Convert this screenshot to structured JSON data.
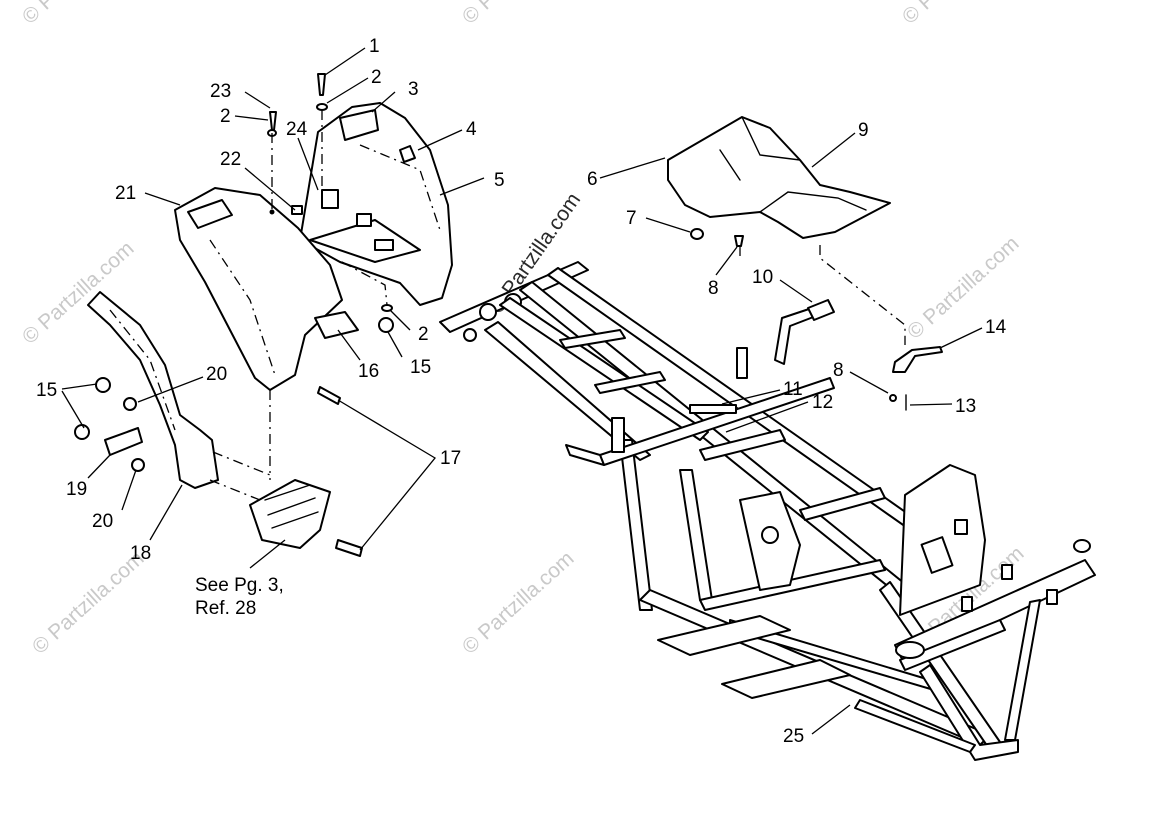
{
  "diagram": {
    "labels": [
      "1",
      "2",
      "3",
      "4",
      "5",
      "6",
      "7",
      "8",
      "9",
      "10",
      "11",
      "12",
      "13",
      "14",
      "15",
      "16",
      "17",
      "18",
      "19",
      "20",
      "21",
      "22",
      "23",
      "24",
      "25"
    ],
    "note_lines": [
      "See Pg. 3,",
      "Ref. 28"
    ],
    "watermark_text": "© Partzilla.com",
    "watermark_color": "#c9c9c9"
  }
}
